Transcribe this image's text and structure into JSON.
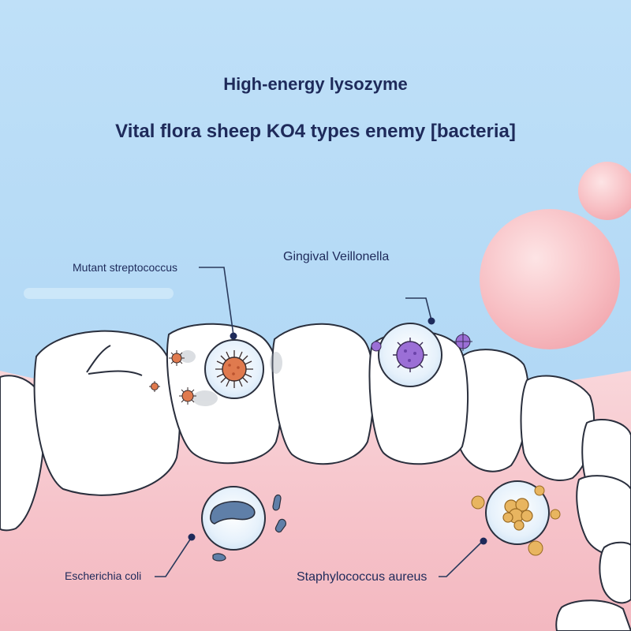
{
  "header": {
    "title": "High-energy lysozyme",
    "subtitle": "Vital flora sheep KO4 types enemy [bacteria]"
  },
  "labels": {
    "mutant_streptococcus": "Mutant streptococcus",
    "gingival_veillonella": "Gingival Veillonella",
    "escherichia_coli": "Escherichia coli",
    "staphylococcus_aureus": "Staphylococcus aureus"
  },
  "colors": {
    "sky": "#bfe0f7",
    "gum": "#f7c9cf",
    "tooth": "#ffffff",
    "outline": "#2a2f3d",
    "text": "#1e2a5a",
    "streptococcus": "#e07a4e",
    "veillonella": "#9b6fd6",
    "ecoli": "#5f7fa8",
    "staph": "#e8b560",
    "bubble": "#f7b9be"
  }
}
